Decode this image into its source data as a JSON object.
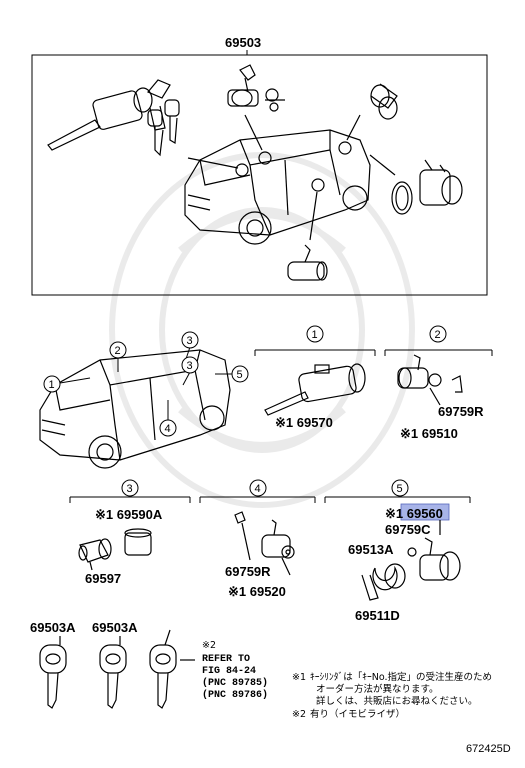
{
  "title_part": "69503",
  "circled": [
    "1",
    "2",
    "3",
    "4",
    "5"
  ],
  "sections": {
    "s1": {
      "num": "1",
      "parts": [
        "※1 69570"
      ]
    },
    "s2": {
      "num": "2",
      "parts": [
        "69759R",
        "※1 69510"
      ]
    },
    "s3": {
      "num": "3",
      "parts": [
        "※1 69590A",
        "69597"
      ]
    },
    "s4": {
      "num": "4",
      "parts": [
        "69759R",
        "※1 69520"
      ]
    },
    "s5": {
      "num": "5",
      "parts": [
        "※1 69560",
        "69759C",
        "69513A",
        "69511D"
      ]
    }
  },
  "keys": [
    "69503A",
    "69503A"
  ],
  "refer": {
    "mark": "※2",
    "line1": "REFER TO",
    "line2": "FIG 84-24",
    "line3": "(PNC 89785)",
    "line4": "(PNC 89786)"
  },
  "notes": {
    "n1_mark": "※1",
    "n1_a": "ｷｰｼﾘﾝﾀﾞは「ｷｰNo.指定」の受注生産のため",
    "n1_b": "オーダー方法が異なります。",
    "n1_c": "詳しくは、共販店にお尋ねください。",
    "n2_mark": "※2",
    "n2": "有り（イモビライザ）"
  },
  "figure_id": "672425D",
  "colors": {
    "highlight": "#a8b4e8",
    "line": "#000000"
  }
}
